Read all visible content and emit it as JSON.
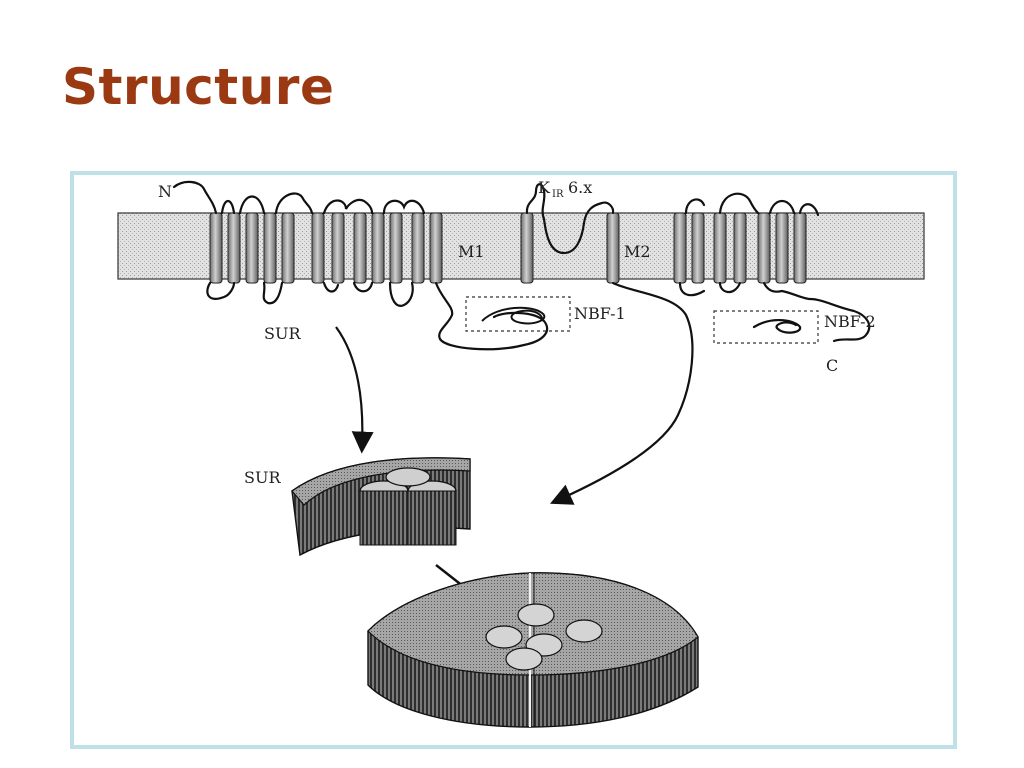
{
  "slide": {
    "title": "Structure",
    "title_color": "#9b3a12",
    "frame_color": "#bfe0e6"
  },
  "diagram": {
    "labels": {
      "n_terminus": "N",
      "c_terminus": "C",
      "kir_main": "K",
      "kir_sub": "IR",
      "kir_suffix": "6.x",
      "m1": "M1",
      "m2": "M2",
      "nbf1": "NBF-1",
      "nbf2": "NBF-2",
      "sur_top": "SUR",
      "sur_mid": "SUR"
    },
    "colors": {
      "membrane_fill": "#d9d9d9",
      "helix_fill": "#a8a8a8",
      "block_top": "#9a9a9a",
      "block_side": "#5a5a5a",
      "line": "#111111"
    }
  }
}
